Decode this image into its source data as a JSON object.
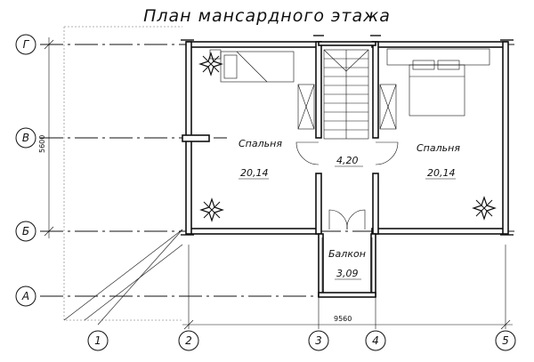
{
  "title": "План мансардного этажа",
  "rooms": [
    {
      "name": "Спальня",
      "area": "20,14"
    },
    {
      "name": "",
      "area": "4,20"
    },
    {
      "name": "Спальня",
      "area": "20,14"
    },
    {
      "name": "Балкон",
      "area": "3,09"
    }
  ],
  "axes": {
    "rows": [
      "Г",
      "В",
      "Б",
      "А"
    ],
    "cols": [
      "1",
      "2",
      "3",
      "4",
      "5"
    ]
  },
  "dimensions": {
    "vertical": "5600",
    "horizontal": "9560"
  }
}
